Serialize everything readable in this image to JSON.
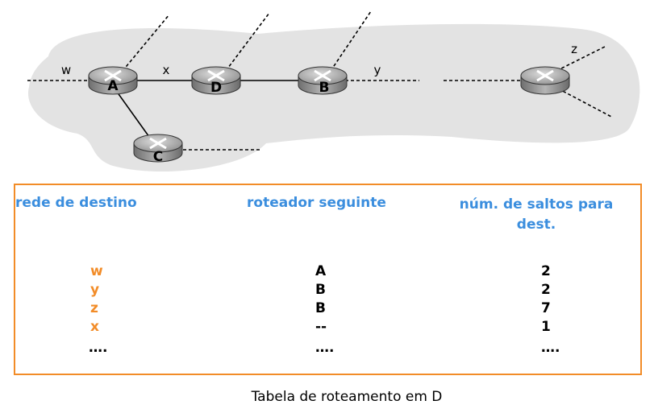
{
  "network": {
    "routers": {
      "A": "A",
      "B": "B",
      "C": "C",
      "D": "D"
    },
    "links": {
      "w": "w",
      "x": "x",
      "y": "y",
      "z": "z"
    }
  },
  "table": {
    "headers": {
      "destination": "rede de destino",
      "next_router": "roteador seguinte",
      "hops": "núm. de saltos para dest."
    },
    "rows": [
      {
        "destination": "w",
        "next_router": "A",
        "hops": "2"
      },
      {
        "destination": "y",
        "next_router": "B",
        "hops": "2"
      },
      {
        "destination": "z",
        "next_router": "B",
        "hops": "7"
      },
      {
        "destination": "x",
        "next_router": "--",
        "hops": "1"
      },
      {
        "destination": "….",
        "next_router": "….",
        "hops": "…."
      }
    ]
  },
  "caption": "Tabela de roteamento em D",
  "colors": {
    "header_text": "#3b8ede",
    "destination_text": "#f28c28",
    "table_border": "#f28c28",
    "cloud": "#e3e3e3"
  }
}
